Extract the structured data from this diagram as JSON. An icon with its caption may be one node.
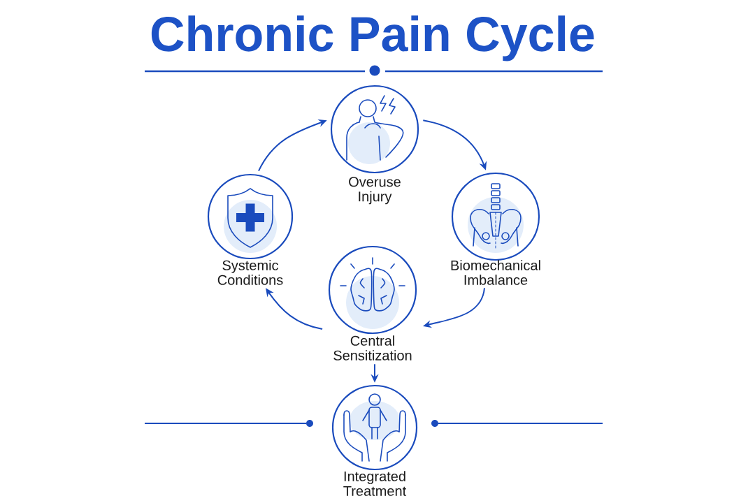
{
  "diagram": {
    "title": "Chronic Pain Cycle",
    "nodes": [
      {
        "text": [
          "Overuse Injury"
        ]
      },
      {
        "text": [
          "Systemic Conditions"
        ]
      },
      {
        "text": [
          "Biomechanical Imbalance"
        ]
      },
      {
        "text": [
          "Central Sensitization"
        ]
      },
      {
        "text": [
          "Integrated Treatment"
        ]
      }
    ],
    "edges": [
      {
        "from": 0,
        "to": 2,
        "arrow": "to"
      },
      {
        "from": 2,
        "to": 3,
        "arrow": "to"
      },
      {
        "from": 3,
        "to": 1,
        "arrow": "to"
      },
      {
        "from": 1,
        "to": 0,
        "arrow": "to"
      },
      {
        "from": 3,
        "to": 4,
        "arrow": "to"
      }
    ]
  }
}
